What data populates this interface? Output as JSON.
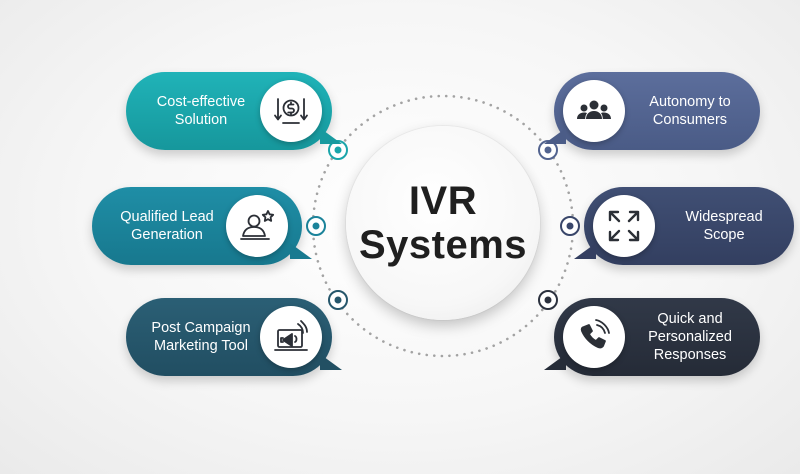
{
  "center": {
    "line1": "IVR",
    "line2": "Systems"
  },
  "left_items": [
    {
      "line1": "Cost-effective",
      "line2": "Solution",
      "icon": "cost-savings-icon"
    },
    {
      "line1": "Qualified Lead",
      "line2": "Generation",
      "icon": "lead-person-star-icon"
    },
    {
      "line1": "Post Campaign",
      "line2": "Marketing Tool",
      "icon": "megaphone-laptop-icon"
    }
  ],
  "right_items": [
    {
      "line1": "Autonomy to",
      "line2": "Consumers",
      "line3": "",
      "icon": "people-group-icon"
    },
    {
      "line1": "Widespread",
      "line2": "Scope",
      "line3": "",
      "icon": "expand-arrows-icon"
    },
    {
      "line1": "Quick and",
      "line2": "Personalized",
      "line3": "Responses",
      "icon": "phone-call-icon"
    }
  ],
  "colors": {
    "teal": "#1aa5aa",
    "cyan": "#1b839a",
    "dark_teal": "#26566b",
    "slate": "#52638f",
    "navy": "#39466a",
    "dark": "#2b313e",
    "connector": "#2a9fb0",
    "ring_dots": "#9a9a9a"
  }
}
